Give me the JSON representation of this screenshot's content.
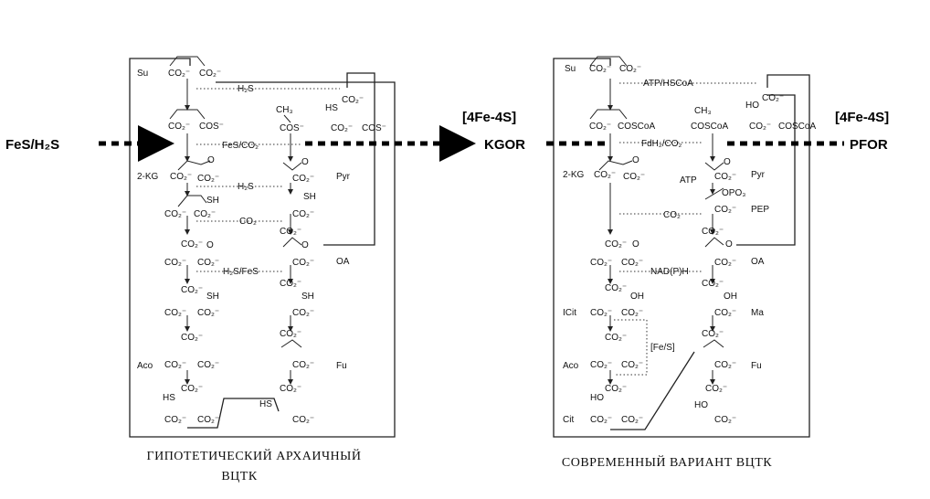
{
  "left_panel": {
    "caption_line1": "ГИПОТЕТИЧЕСКИЙ АРХАИЧНЫЙ",
    "caption_line2": "ВЦТК",
    "metabolites": {
      "su": "Su",
      "kg": "2-KG",
      "pyr": "Pyr",
      "oa": "OA",
      "fu": "Fu",
      "aco": "Aco"
    },
    "reagents": {
      "h2s_top": "H₂S",
      "fes_co2": "FeS/CO₂",
      "h2s_mid": "H₂S",
      "co2": "CO₂",
      "h2s_fes": "H₂S/FeS"
    }
  },
  "right_panel": {
    "caption": "СОВРЕМЕННЫЙ ВАРИАНТ ВЦТК",
    "metabolites": {
      "su": "Su",
      "kg": "2-KG",
      "pyr": "Pyr",
      "pep": "PEP",
      "oa": "OA",
      "ma": "Ma",
      "icit": "ICit",
      "fu": "Fu",
      "aco": "Aco",
      "cit": "Cit"
    },
    "reagents": {
      "atp_hscoa": "ATP/HSCoA",
      "fdh2_co2": "FdH₂/CO₂",
      "atp": "ATP",
      "co2": "CO₂",
      "nadph": "NAD(P)H",
      "fes": "[Fe/S]"
    }
  },
  "overlay": {
    "fes_h2s": "FeS/H₂S",
    "enzyme_left_cofactor": "[4Fe-4S]",
    "kgor": "KGOR",
    "enzyme_right_cofactor": "[4Fe-4S]",
    "pfor": "PFOR"
  },
  "formula_fragments": {
    "co2": "CO₂⁻",
    "cos": "COS⁻",
    "coscoa": "COSCoA",
    "ch3": "CH₃",
    "sh": "SH",
    "hs": "HS",
    "oh": "OH",
    "ho": "HO",
    "o": "O",
    "opo3": "OPO₃"
  }
}
